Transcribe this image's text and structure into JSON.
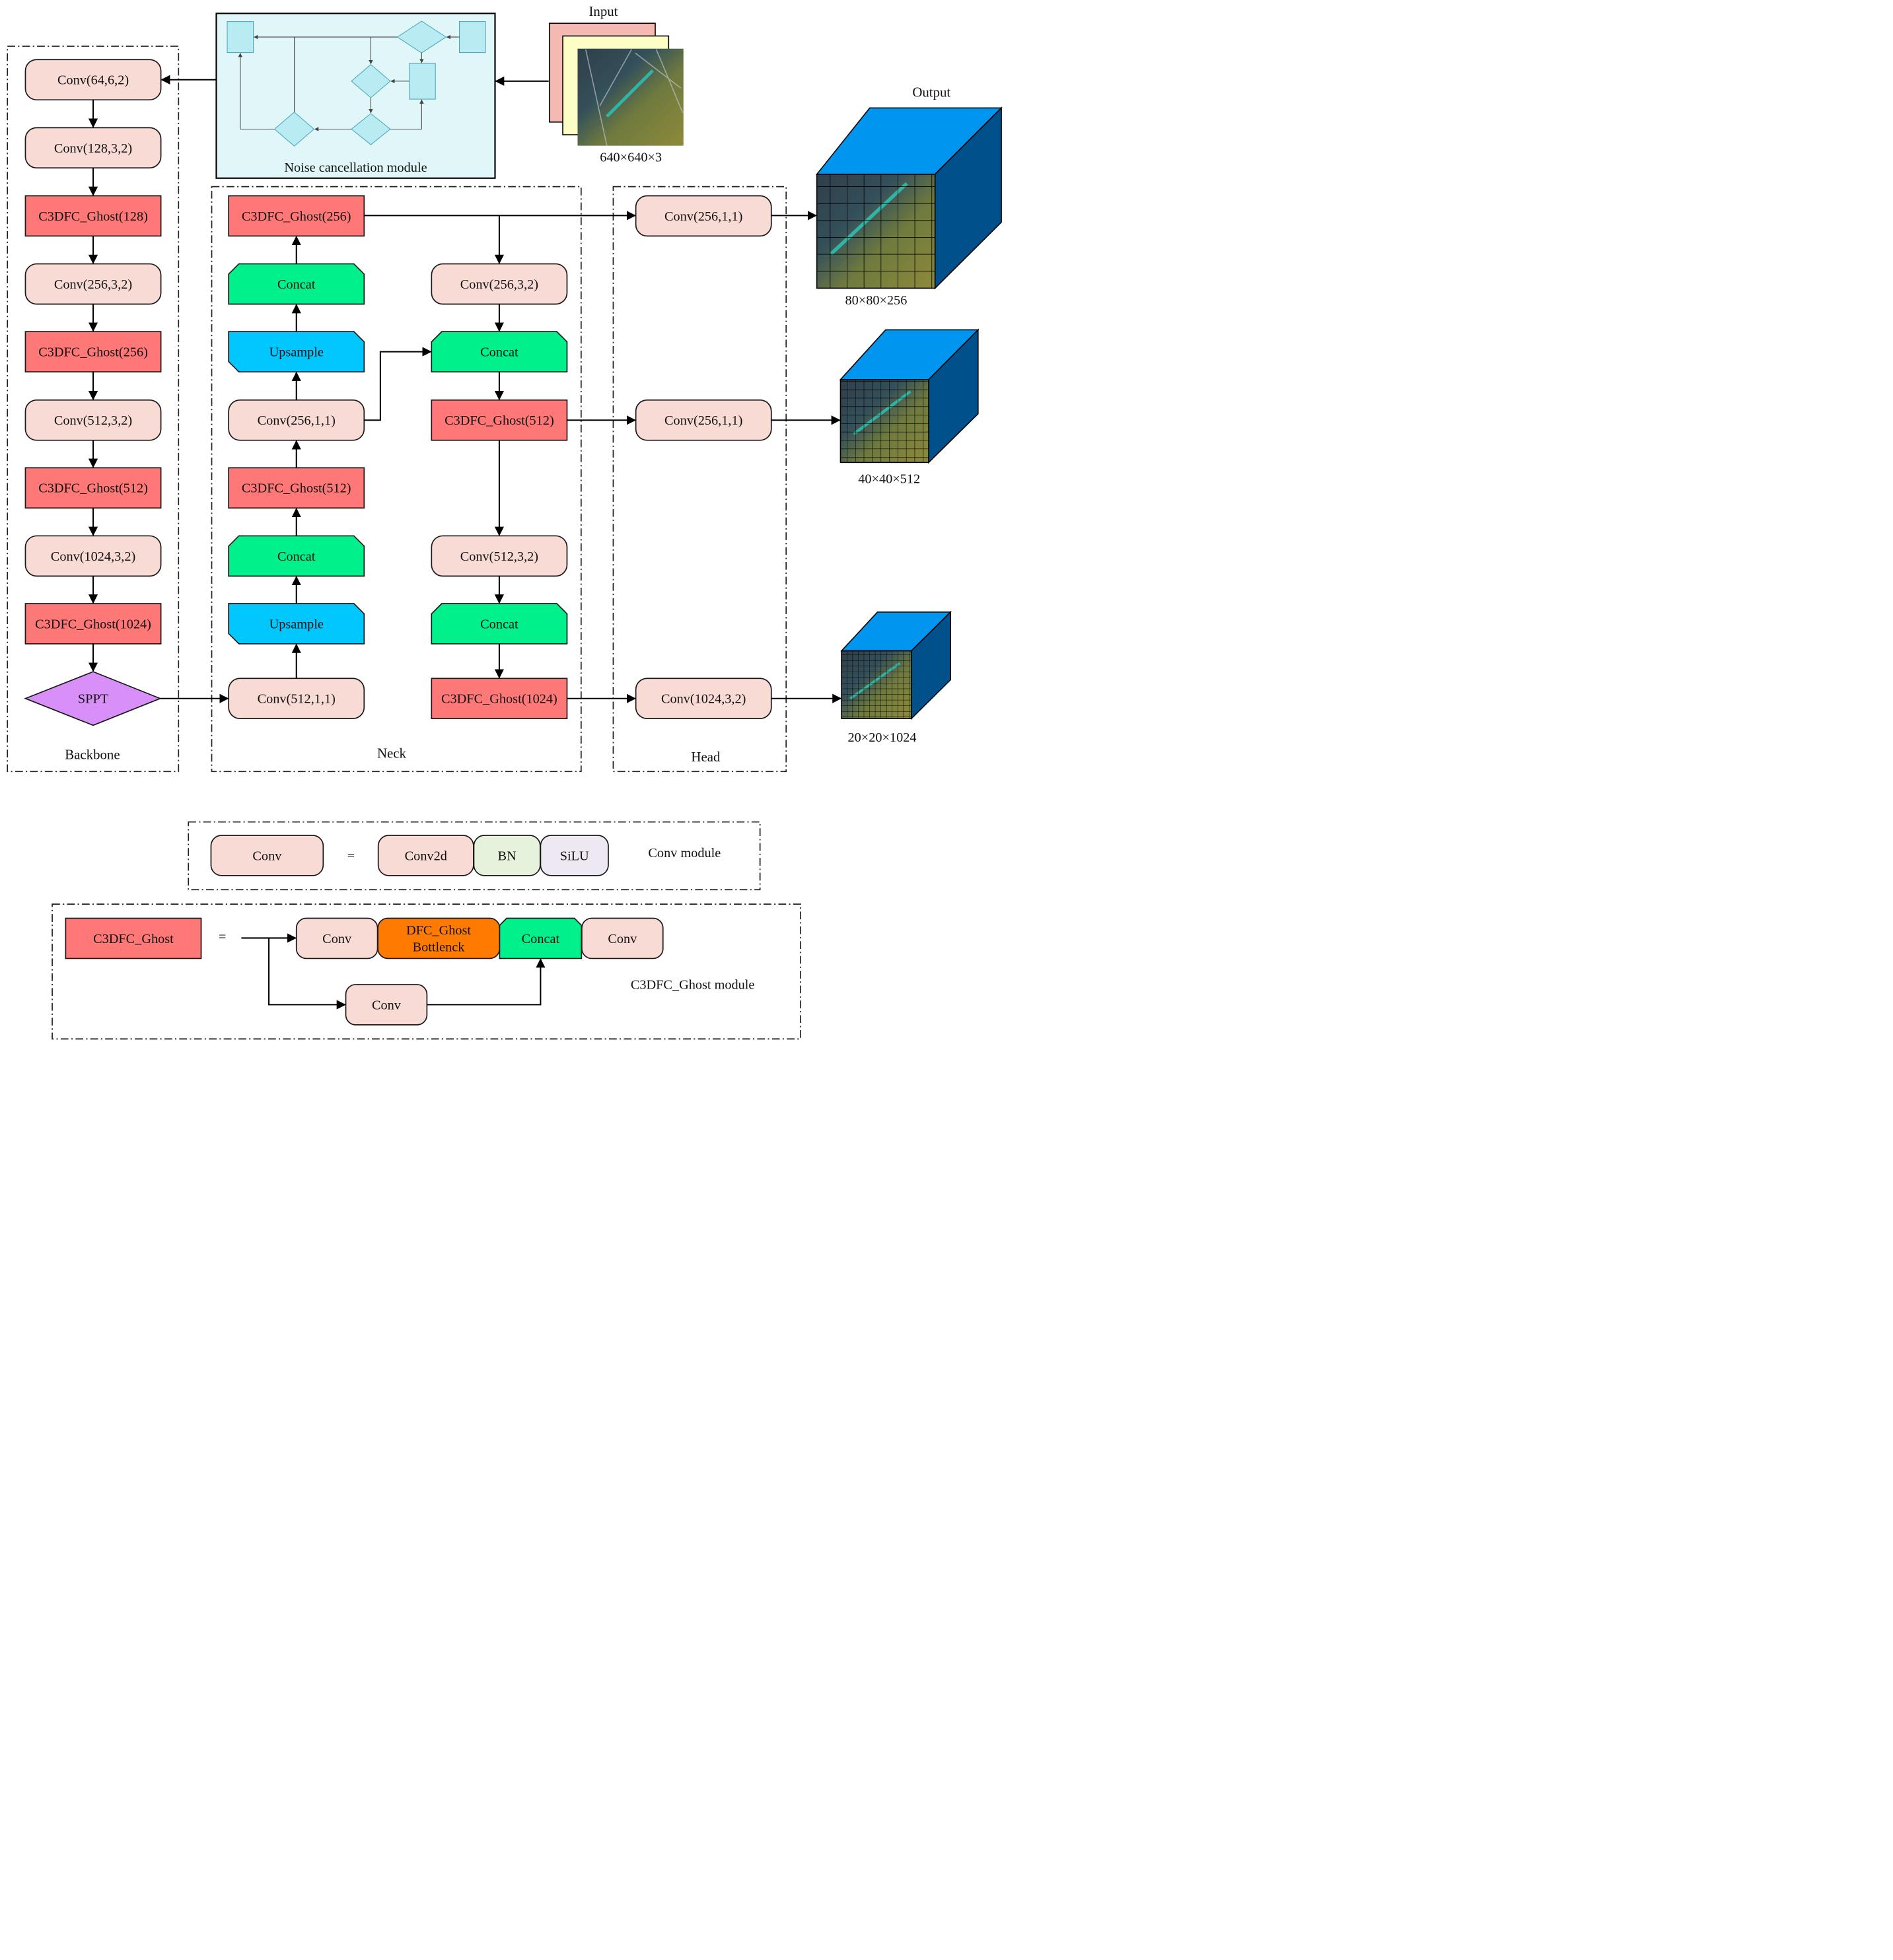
{
  "input": {
    "title": "Input",
    "size": "640×640×3"
  },
  "output": {
    "title": "Output",
    "sizes": [
      "80×80×256",
      "40×40×512",
      "20×20×1024"
    ]
  },
  "noise_module": {
    "label": "Noise cancellation module"
  },
  "sections": {
    "backbone": "Backbone",
    "neck": "Neck",
    "head": "Head"
  },
  "backbone": [
    "Conv(64,6,2)",
    "Conv(128,3,2)",
    "C3DFC_Ghost(128)",
    "Conv(256,3,2)",
    "C3DFC_Ghost(256)",
    "Conv(512,3,2)",
    "C3DFC_Ghost(512)",
    "Conv(1024,3,2)",
    "C3DFC_Ghost(1024)",
    "SPPT"
  ],
  "neck_left": [
    "C3DFC_Ghost(256)",
    "Concat",
    "Upsample",
    "Conv(256,1,1)",
    "C3DFC_Ghost(512)",
    "Concat",
    "Upsample",
    "Conv(512,1,1)"
  ],
  "neck_right": [
    "Conv(256,3,2)",
    "Concat",
    "C3DFC_Ghost(512)",
    "Conv(512,3,2)",
    "Concat",
    "C3DFC_Ghost(1024)"
  ],
  "head": [
    "Conv(256,1,1)",
    "Conv(256,1,1)",
    "Conv(1024,3,2)"
  ],
  "legend_conv": {
    "lhs": "Conv",
    "eq": "=",
    "parts": [
      "Conv2d",
      "BN",
      "SiLU"
    ],
    "caption": "Conv module"
  },
  "legend_ghost": {
    "lhs": "C3DFC_Ghost",
    "eq": "=",
    "top": [
      "Conv",
      "DFC_Ghost",
      "Bottlenck",
      "Concat",
      "Conv"
    ],
    "bottom": "Conv",
    "caption": "C3DFC_Ghost module"
  },
  "colors": {
    "conv": "#f9dbd6",
    "ghost": "#ff7878",
    "concat": "#00f08c",
    "upsample": "#00c8ff",
    "sppt": "#d890f8",
    "bn": "#e6f2dc",
    "silu": "#ede8f2",
    "dfc": "#ff7a00",
    "cube_top": "#0096f0",
    "cube_side": "#00508c"
  }
}
